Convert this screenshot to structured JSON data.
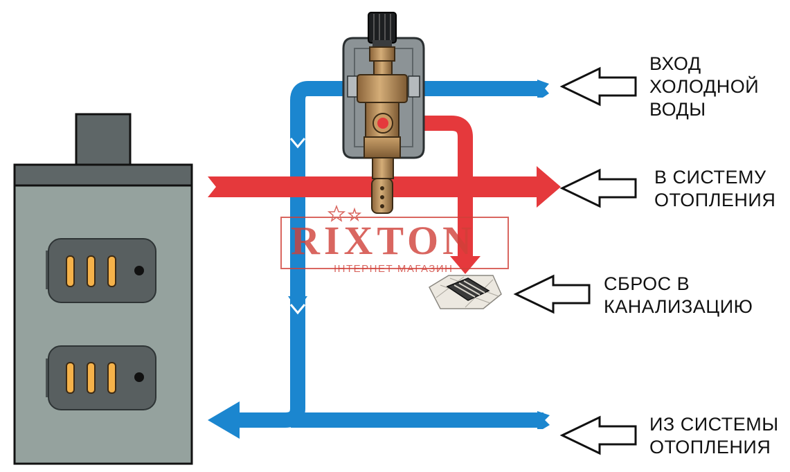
{
  "labels": {
    "cold_inlet": [
      "ВХОД",
      "ХОЛОДНОЙ",
      "ВОДЫ"
    ],
    "supply": [
      "В СИСТЕМУ",
      "ОТОПЛЕНИЯ"
    ],
    "drain": [
      "СБРОС В",
      "КАНАЛИЗАЦИЮ"
    ],
    "return": [
      "ИЗ СИСТЕМЫ",
      "ОТОПЛЕНИЯ"
    ]
  },
  "watermark": {
    "brand": "RIXTON",
    "tagline": "ІНТЕРНЕТ МАГАЗИН"
  },
  "colors": {
    "hot": "#e5393c",
    "cold": "#1b86cf",
    "boiler_body": "#95a29e",
    "boiler_dark": "#5e6667",
    "brass": "#b38a57",
    "watermark": "#d04038"
  },
  "icons": [
    "boiler-icon",
    "safety-valve-icon",
    "floor-drain-icon",
    "outline-arrow-icon"
  ]
}
